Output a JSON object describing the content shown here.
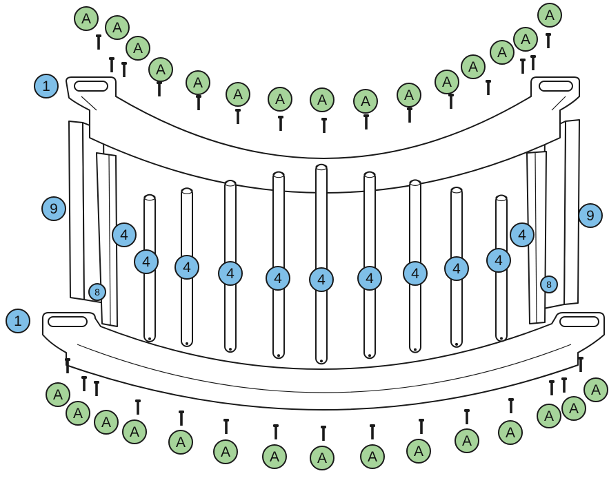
{
  "colors": {
    "callout_blue": "#7fbfe8",
    "callout_green": "#a6d49a",
    "outline": "#1a1a1a",
    "background": "#ffffff"
  },
  "labels": {
    "frame_end": "1",
    "dowel": "4",
    "side_panel_small": "8",
    "side_panel": "9",
    "screw": "A"
  }
}
